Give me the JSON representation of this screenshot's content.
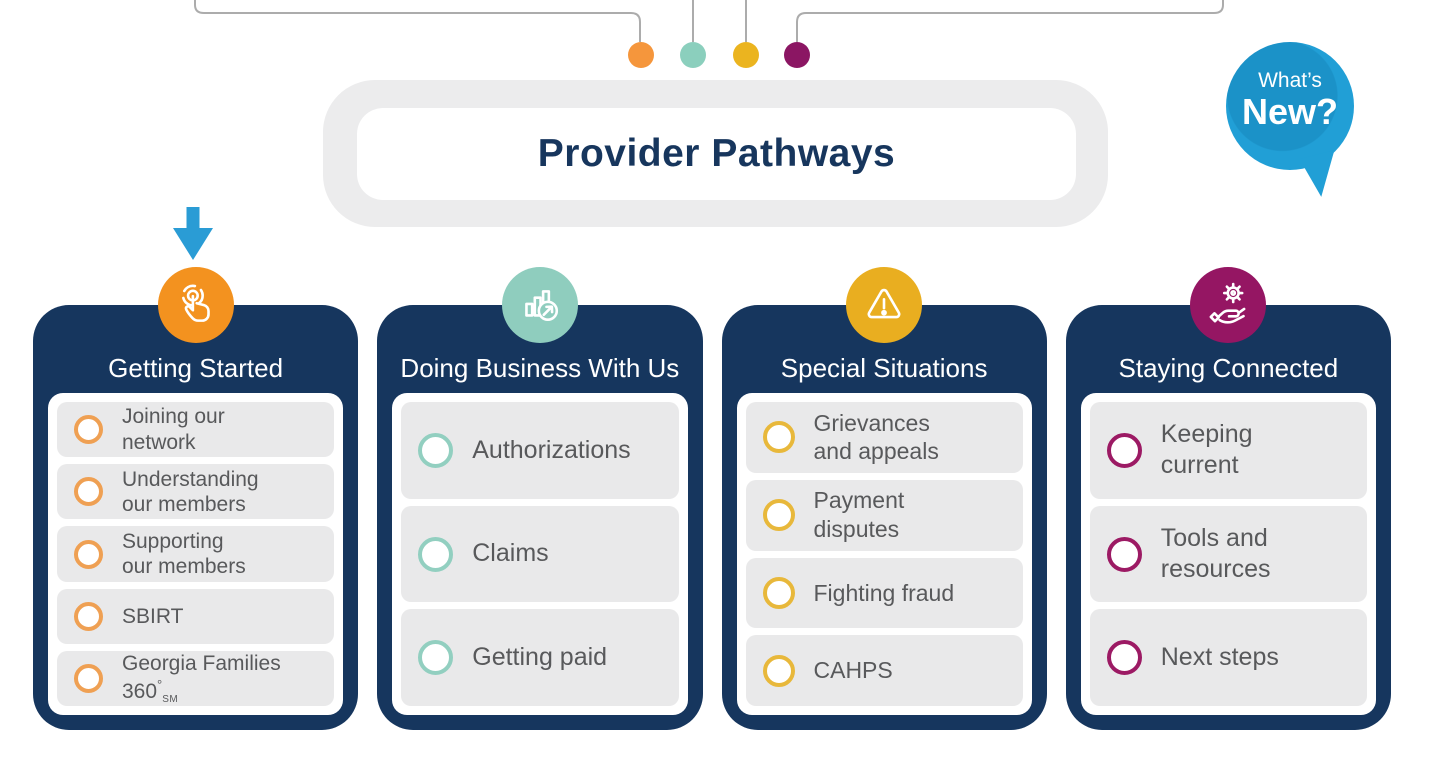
{
  "title": "Provider Pathways",
  "whats_new": {
    "line1": "What’s",
    "line2": "New?"
  },
  "colors": {
    "navy": "#16365E",
    "title_text": "#17365D",
    "badge_blue": "#219FD6",
    "arrow_blue": "#2A9CD5",
    "halo_gray": "#ECECED",
    "row_gray": "#E9E9EA",
    "item_text": "#58595B",
    "connector_gray": "#ACACAC"
  },
  "branch_dots": [
    {
      "id": "getting-started",
      "color": "#F5963C"
    },
    {
      "id": "doing-business",
      "color": "#8BCFBD"
    },
    {
      "id": "special-situations",
      "color": "#EBB41F"
    },
    {
      "id": "staying-connected",
      "color": "#8B1663"
    }
  ],
  "columns": [
    {
      "id": "getting-started",
      "label": "Getting Started",
      "accent": "#F3921F",
      "bullet_color": "#EFA053",
      "icon": "tap-icon",
      "items": [
        {
          "id": "joining-our-network",
          "lines": [
            "Joining our",
            "network"
          ]
        },
        {
          "id": "understanding-our-members",
          "lines": [
            "Understanding",
            "our members"
          ]
        },
        {
          "id": "supporting-our-members",
          "lines": [
            "Supporting",
            "our members"
          ]
        },
        {
          "id": "sbirt",
          "lines": [
            "SBIRT"
          ]
        },
        {
          "id": "georgia-families-360",
          "lines": [
            "Georgia Families",
            "360"
          ],
          "degree": "°",
          "sub": "SM"
        }
      ]
    },
    {
      "id": "doing-business",
      "label": "Doing Business With Us",
      "accent": "#8FCDBE",
      "bullet_color": "#92CFC0",
      "icon": "growth-chart-icon",
      "items": [
        {
          "id": "authorizations",
          "lines": [
            "Authorizations"
          ]
        },
        {
          "id": "claims",
          "lines": [
            "Claims"
          ]
        },
        {
          "id": "getting-paid",
          "lines": [
            "Getting paid"
          ]
        }
      ]
    },
    {
      "id": "special-situations",
      "label": "Special Situations",
      "accent": "#E9AE20",
      "bullet_color": "#E8B83B",
      "icon": "warning-icon",
      "items": [
        {
          "id": "grievances-and-appeals",
          "lines": [
            "Grievances",
            "and appeals"
          ]
        },
        {
          "id": "payment-disputes",
          "lines": [
            "Payment",
            "disputes"
          ]
        },
        {
          "id": "fighting-fraud",
          "lines": [
            "Fighting fraud"
          ]
        },
        {
          "id": "cahps",
          "lines": [
            "CAHPS"
          ]
        }
      ]
    },
    {
      "id": "staying-connected",
      "label": "Staying Connected",
      "accent": "#951663",
      "bullet_color": "#9C1A64",
      "icon": "hand-gear-icon",
      "items": [
        {
          "id": "keeping-current",
          "lines": [
            "Keeping",
            "current"
          ]
        },
        {
          "id": "tools-and-resources",
          "lines": [
            "Tools and",
            "resources"
          ]
        },
        {
          "id": "next-steps",
          "lines": [
            "Next steps"
          ]
        }
      ]
    }
  ]
}
